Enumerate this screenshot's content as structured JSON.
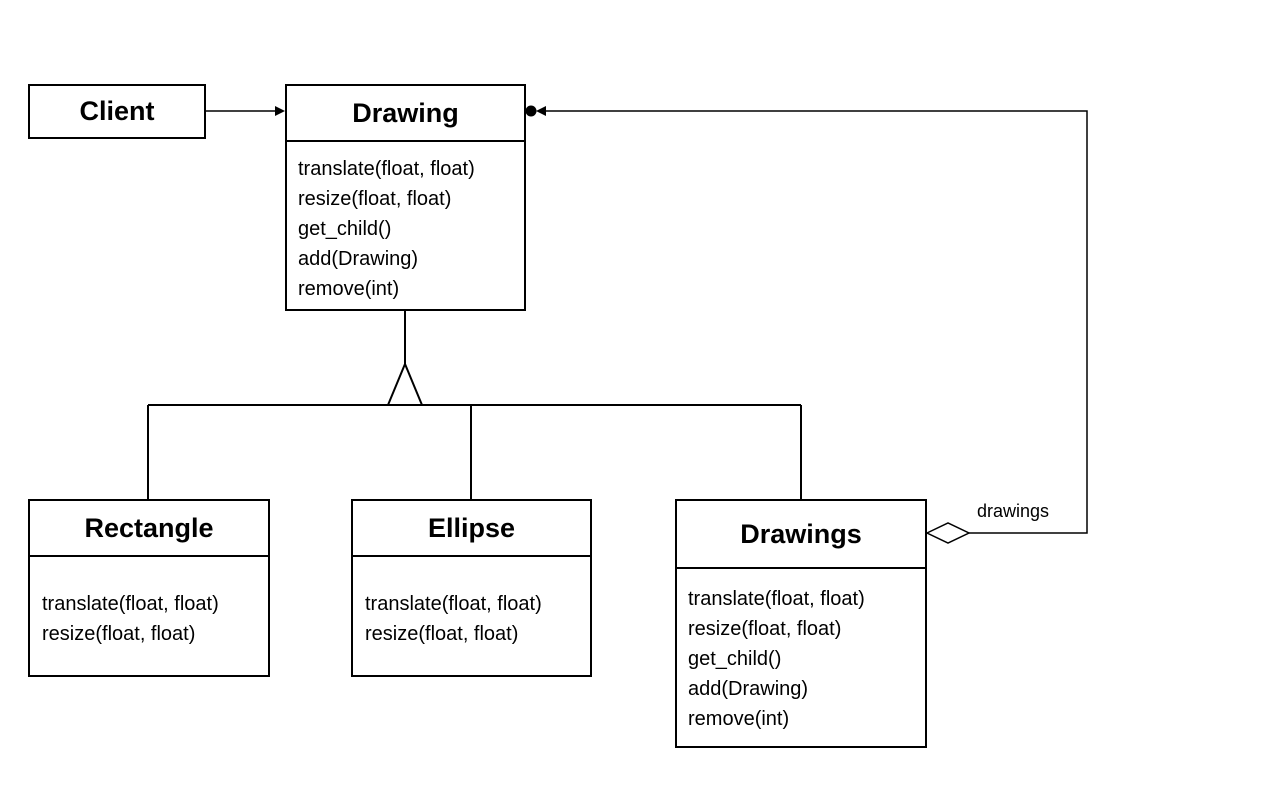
{
  "classes": {
    "client": {
      "name": "Client"
    },
    "drawing": {
      "name": "Drawing",
      "operations": [
        "translate(float, float)",
        "resize(float, float)",
        "get_child()",
        "add(Drawing)",
        "remove(int)"
      ]
    },
    "rectangle": {
      "name": "Rectangle",
      "operations": [
        "translate(float, float)",
        "resize(float, float)"
      ]
    },
    "ellipse": {
      "name": "Ellipse",
      "operations": [
        "translate(float, float)",
        "resize(float, float)"
      ]
    },
    "drawings": {
      "name": "Drawings",
      "operations": [
        "translate(float, float)",
        "resize(float, float)",
        "get_child()",
        "add(Drawing)",
        "remove(int)"
      ]
    }
  },
  "relations": {
    "aggregation_label": "drawings"
  }
}
